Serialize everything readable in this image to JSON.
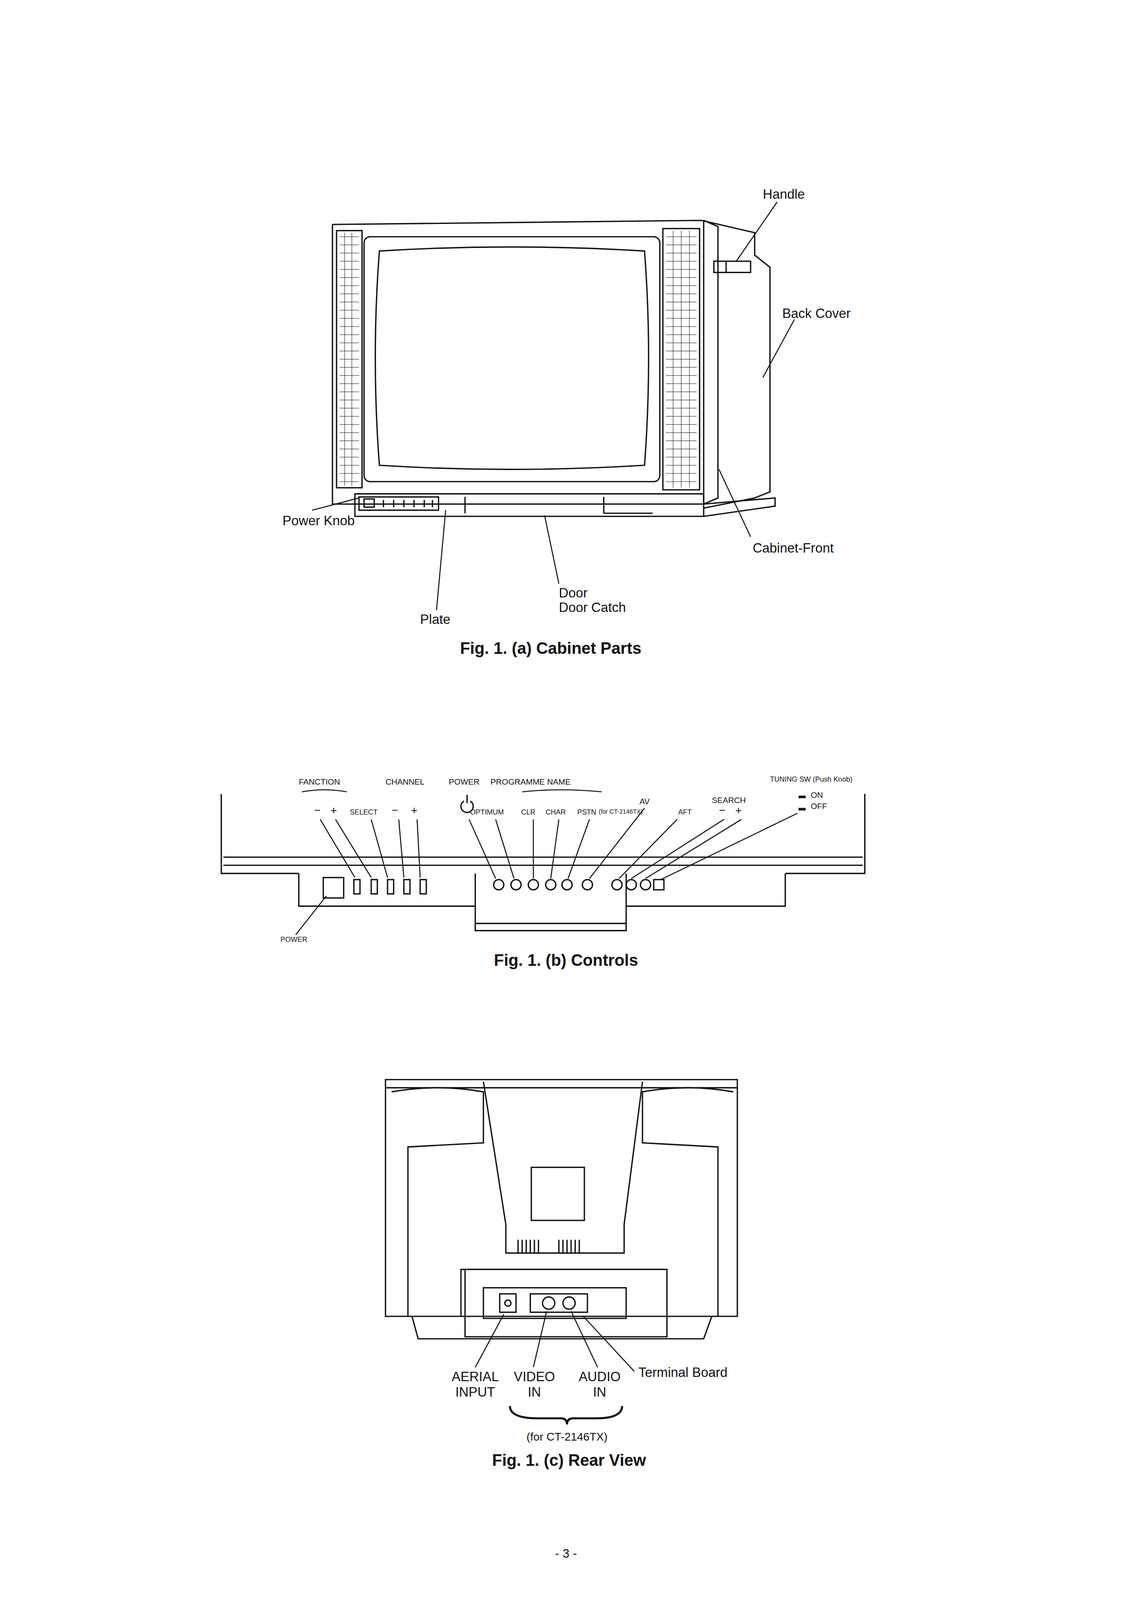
{
  "diagram": {
    "labels": [
      "Handle",
      "Back Cover",
      "Power Knob",
      "Cabinet-Front",
      "Door",
      "Door Catch",
      "Plate",
      "Fig. 1. (a) Cabinet Parts",
      "FANCTION",
      "CHANNEL",
      "POWER",
      "PROGRAMME NAME",
      "TUNING SW (Push Knob)",
      "−",
      "+",
      "SELECT",
      "−",
      "+",
      "OPTIMUM",
      "CLR",
      "CHAR",
      "PSTN",
      "(for CT-2146TX)",
      "AV",
      "AFT",
      "SEARCH",
      "−",
      "+",
      "ON",
      "OFF",
      "POWER",
      "Fig. 1. (b) Controls",
      "AERIAL INPUT",
      "VIDEO IN",
      "AUDIO IN",
      "Terminal Board",
      "(for CT-2146TX)",
      "Fig. 1. (c) Rear View",
      "- 3 -"
    ]
  }
}
